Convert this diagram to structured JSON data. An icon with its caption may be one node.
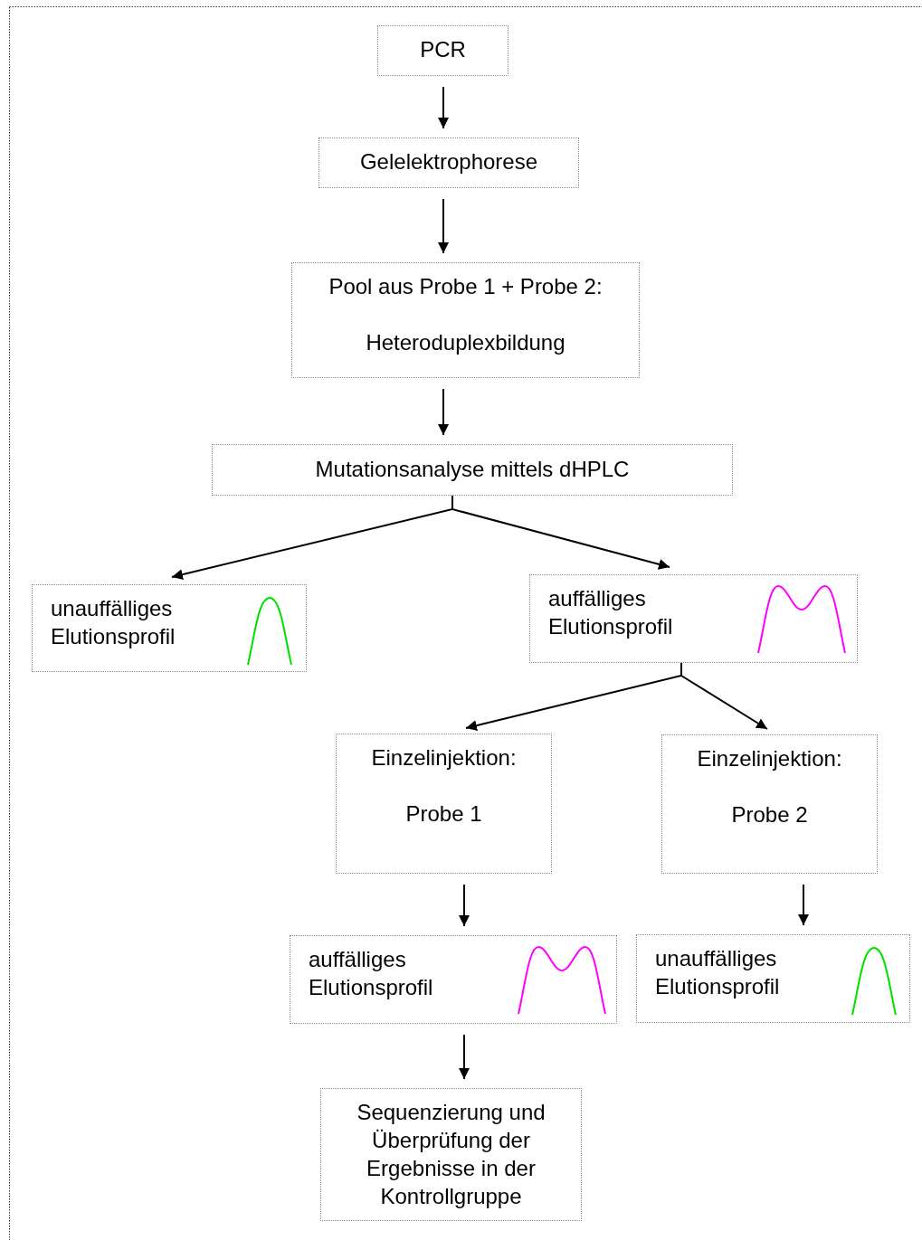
{
  "diagram": {
    "nodes": [
      {
        "text": [
          "PCR"
        ]
      },
      {
        "text": [
          "Gelelektrophorese"
        ]
      },
      {
        "text": [
          "Pool aus Probe 1 + Probe 2:",
          "Heteroduplexbildung"
        ]
      },
      {
        "text": [
          "Mutationsanalyse mittels dHPLC"
        ]
      },
      {
        "text": [
          "unauffälliges Elutionsprofil"
        ]
      },
      {
        "text": [
          "auffälliges Elutionsprofil"
        ]
      },
      {
        "text": [
          "Einzelinjektion:",
          "Probe 1"
        ]
      },
      {
        "text": [
          "Einzelinjektion:",
          "Probe 2"
        ]
      },
      {
        "text": [
          "auffälliges Elutionsprofil"
        ]
      },
      {
        "text": [
          "unauffälliges Elutionsprofil"
        ]
      },
      {
        "text": [
          "Sequenzierung und Überprüfung der Ergebnisse in der Kontrollgruppe"
        ]
      }
    ],
    "edges": [
      {
        "from": 0,
        "to": 1,
        "arrow": "to"
      },
      {
        "from": 1,
        "to": 2,
        "arrow": "to"
      },
      {
        "from": 2,
        "to": 3,
        "arrow": "to"
      },
      {
        "from": 3,
        "to": 4,
        "arrow": "to"
      },
      {
        "from": 3,
        "to": 5,
        "arrow": "to"
      },
      {
        "from": 5,
        "to": 6,
        "arrow": "to"
      },
      {
        "from": 5,
        "to": 7,
        "arrow": "to"
      },
      {
        "from": 6,
        "to": 8,
        "arrow": "to"
      },
      {
        "from": 7,
        "to": 9,
        "arrow": "to"
      },
      {
        "from": 8,
        "to": 10,
        "arrow": "to"
      }
    ]
  }
}
